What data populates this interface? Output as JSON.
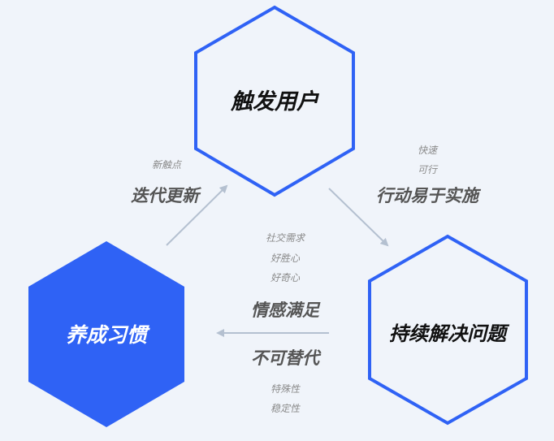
{
  "colors": {
    "accent": "#2f62f5",
    "arrow": "#b4c0d0",
    "background": "#f0f4fa"
  },
  "nodes": {
    "trigger": "触发用户",
    "solve": "持续解决问题",
    "habit": "养成习惯"
  },
  "edges": {
    "iterate": {
      "label": "迭代更新",
      "notes": [
        "新触点"
      ]
    },
    "action": {
      "label": "行动易于实施",
      "notes": [
        "快速",
        "可行"
      ]
    },
    "emotion": {
      "label": "情感满足",
      "notes": [
        "社交需求",
        "好胜心",
        "好奇心"
      ]
    },
    "irreplaceable": {
      "label": "不可替代",
      "notes": [
        "特殊性",
        "稳定性"
      ]
    }
  }
}
